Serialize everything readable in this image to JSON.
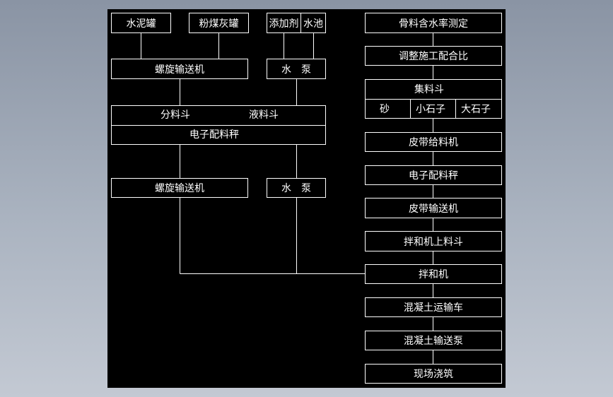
{
  "left_flow": {
    "cement_tank": "水泥罐",
    "flyash_tank": "粉煤灰罐",
    "additive": "添加剂",
    "water_pool": "水池",
    "screw_conveyor_1": "螺旋输送机",
    "water_pump_1": "水　泵",
    "powder_hopper": "分料斗",
    "liquid_hopper": "液料斗",
    "electronic_scale": "电子配料秤",
    "screw_conveyor_2": "螺旋输送机",
    "water_pump_2": "水　泵"
  },
  "right_flow": {
    "moisture_test": "骨料含水率测定",
    "adjust_ratio": "调整施工配合比",
    "aggregate_hopper": "集料斗",
    "sand": "砂",
    "small_stone": "小石子",
    "large_stone": "大石子",
    "belt_feeder": "皮带给料机",
    "electronic_scale": "电子配料秤",
    "belt_conveyor": "皮带输送机",
    "mixer_hopper": "拌和机上料斗",
    "mixer": "拌和机",
    "transport_truck": "混凝土运输车",
    "concrete_pump": "混凝土输送泵",
    "site_pouring": "现场浇筑"
  }
}
